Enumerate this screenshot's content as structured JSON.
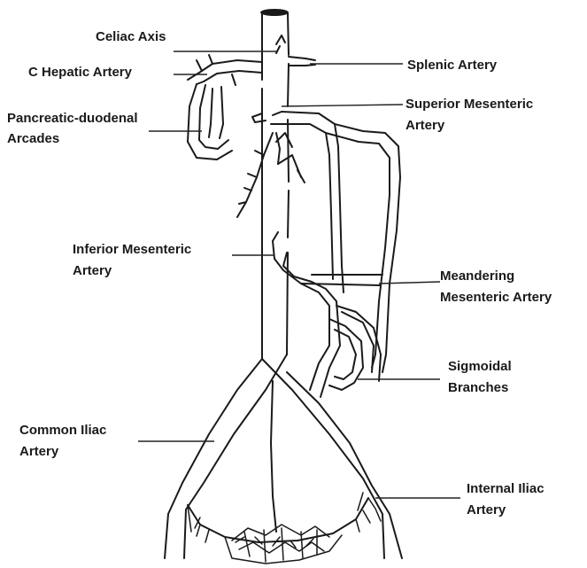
{
  "labels": {
    "celiac_axis": "Celiac Axis",
    "c_hepatic_artery": "C Hepatic Artery",
    "splenic_artery": "Splenic Artery",
    "pancreatic_duodenal_line1": "Pancreatic-duodenal",
    "pancreatic_duodenal_line2": "Arcades",
    "superior_mesenteric_line1": "Superior Mesenteric",
    "superior_mesenteric_line2": "Artery",
    "inferior_mesenteric_line1": "Inferior Mesenteric",
    "inferior_mesenteric_line2": "Artery",
    "meandering_mesenteric_line1": "Meandering",
    "meandering_mesenteric_line2": "Mesenteric Artery",
    "sigmoidal_branches_line1": "Sigmoidal",
    "sigmoidal_branches_line2": "Branches",
    "common_iliac_line1": "Common Iliac",
    "common_iliac_line2": "Artery",
    "internal_iliac_line1": "Internal Iliac",
    "internal_iliac_line2": "Artery"
  },
  "colors": {
    "line": "#1a1a1a",
    "background": "#ffffff"
  }
}
